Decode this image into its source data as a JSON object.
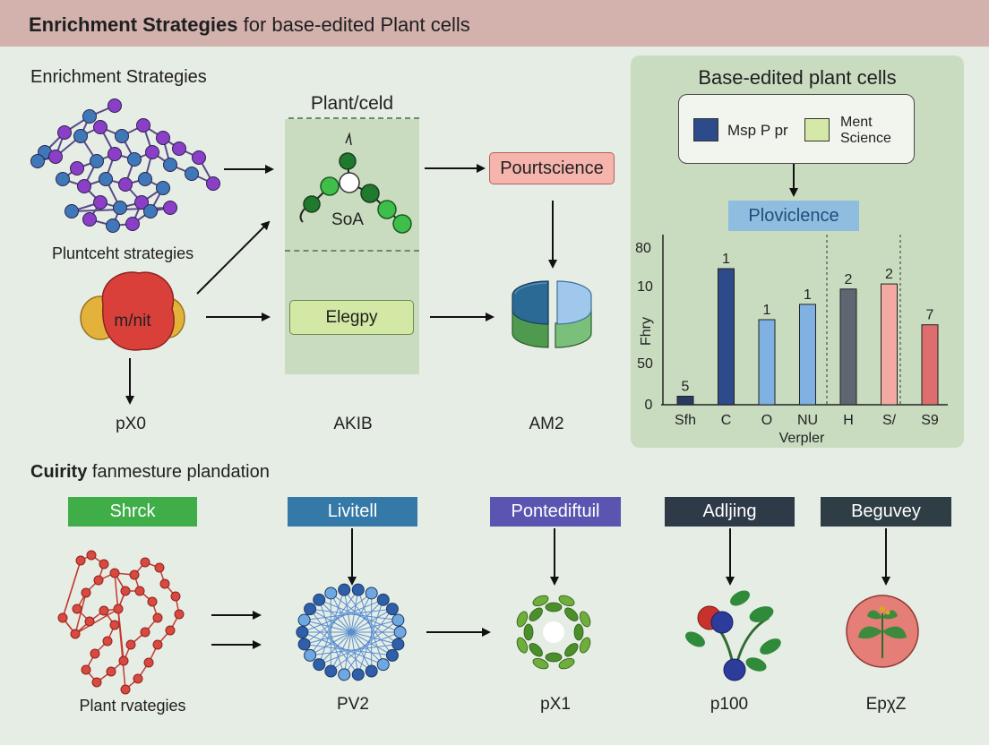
{
  "header": {
    "title_bold": "Enrichment Strategies",
    "title_rest": " for base-edited Plant cells"
  },
  "top": {
    "section_title": "Enrichment Strategies",
    "molecule_caption": "Pluntceht strategies",
    "blob_label": "m/nit",
    "px0": "pX0",
    "panel_title": "Plant/celd",
    "soa": "SoA",
    "elegpy": "Elegpy",
    "akib": "AKIB",
    "pourtscience": "Pourtscience",
    "am2": "AM2"
  },
  "right_panel": {
    "title": "Base-edited plant cells",
    "legend": [
      {
        "label": "Msp P pr",
        "color": "#2d4a8a"
      },
      {
        "label_line1": "Ment",
        "label_line2": "Science",
        "color": "#d5e8a8"
      }
    ],
    "ploviclence": "Ploviclence"
  },
  "chart_data": {
    "type": "bar",
    "categories": [
      "Sfh",
      "C",
      "O",
      "NU",
      "H",
      "S/",
      "S9"
    ],
    "values": [
      5,
      80,
      50,
      59,
      68,
      71,
      47
    ],
    "data_labels": [
      "5",
      "1",
      "1",
      "1",
      "2",
      "2",
      "7"
    ],
    "colors": [
      "#263a63",
      "#2d4a8a",
      "#7fb2e2",
      "#7fb2e2",
      "#5f6671",
      "#f3aaa3",
      "#de6e6e"
    ],
    "ytick_labels": [
      "80",
      "10",
      "50",
      "0"
    ],
    "ylim": [
      0,
      100
    ],
    "xlabel": "Verpler",
    "ylabel": "Fhry"
  },
  "bottom": {
    "section_title_bold": "Cuirity",
    "section_title_rest": " fanmesture plandation",
    "tags": [
      {
        "label": "Shrck",
        "color": "#3fae49"
      },
      {
        "label": "Livitell",
        "color": "#3579a8"
      },
      {
        "label": "Pontediftuil",
        "color": "#5a55b0"
      },
      {
        "label": "Adljing",
        "color": "#2f3a48"
      },
      {
        "label": "Beguvey",
        "color": "#2f3d45"
      }
    ],
    "captions": [
      "Plant rvategies",
      "PV2",
      "pX1",
      "p100",
      "EpχZ"
    ]
  }
}
